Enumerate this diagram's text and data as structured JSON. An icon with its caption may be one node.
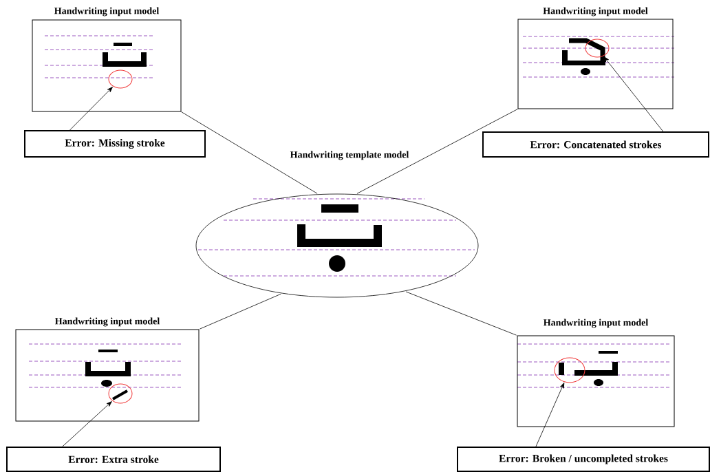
{
  "diagram": {
    "nodes": [
      {
        "text": [
          "Handwriting input model"
        ]
      },
      {
        "text": [],
        "shape": "circle",
        "in": 0
      },
      {
        "text": [
          "Handwriting input model"
        ]
      },
      {
        "text": [],
        "shape": "circle",
        "in": 2
      },
      {
        "text": [
          "Error: Missing stroke"
        ]
      },
      {
        "text": [
          "Error: Concatenated strokes"
        ]
      },
      {
        "text": [
          "Handwriting template model"
        ]
      },
      {
        "text": [
          "Handwriting input model"
        ]
      },
      {
        "text": [],
        "shape": "circle",
        "in": 7
      },
      {
        "text": [
          "Handwriting input model"
        ]
      },
      {
        "text": [],
        "shape": "circle",
        "in": 9
      },
      {
        "text": [
          "Error: Extra stroke"
        ]
      },
      {
        "text": [
          "Error: Broken / uncompleted strokes"
        ]
      }
    ],
    "edges": [
      {
        "from": 6,
        "to": 0,
        "arrow": "none"
      },
      {
        "from": 6,
        "to": 2,
        "arrow": "none"
      },
      {
        "from": 6,
        "to": 7,
        "arrow": "none"
      },
      {
        "from": 6,
        "to": 9,
        "arrow": "none"
      },
      {
        "from": 4,
        "to": 1,
        "arrow": "to"
      },
      {
        "from": 5,
        "to": 3,
        "arrow": "to"
      },
      {
        "from": 11,
        "to": 8,
        "arrow": "to"
      },
      {
        "from": 12,
        "to": 10,
        "arrow": "to"
      }
    ]
  }
}
